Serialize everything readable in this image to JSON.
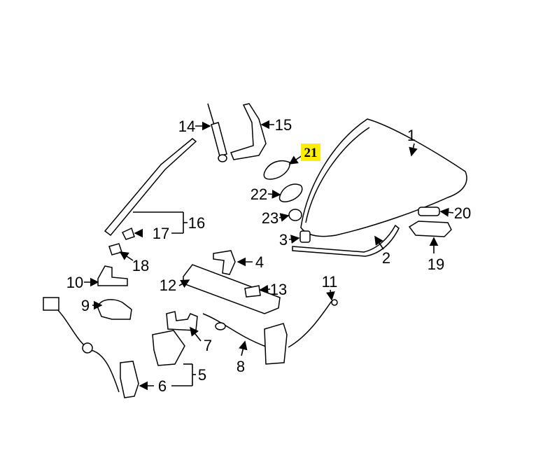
{
  "diagram": {
    "highlight_color": "#ffee00",
    "highlighted_part": "21",
    "callouts": [
      "1",
      "2",
      "3",
      "4",
      "5",
      "6",
      "7",
      "8",
      "9",
      "10",
      "11",
      "12",
      "13",
      "14",
      "15",
      "16",
      "17",
      "18",
      "19",
      "20",
      "21",
      "22",
      "23"
    ]
  }
}
